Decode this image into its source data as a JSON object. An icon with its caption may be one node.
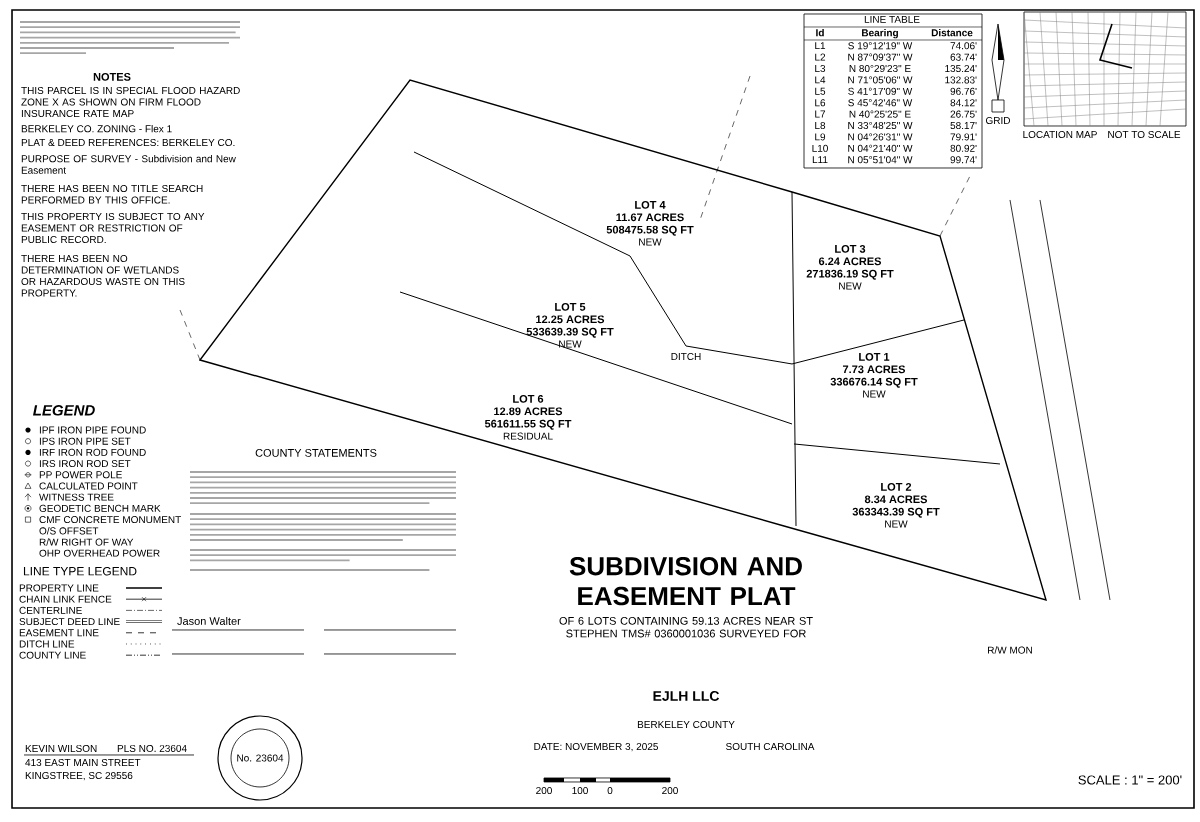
{
  "diagram": {
    "title": "SUBDIVISION AND EASEMENT PLAT",
    "labels": [
      "NOTES",
      "THIS PARCEL IS IN SPECIAL FLOOD HAZARD ZONE X AS SHOWN ON FIRM FLOOD INSURANCE RATE MAP",
      "BERKELEY CO. ZONING - Flex 1",
      "PLAT & DEED REFERENCES: BERKELEY CO.",
      "PURPOSE OF SURVEY - Subdivision and New Easement",
      "THERE HAS BEEN NO TITLE SEARCH PERFORMED BY THIS OFFICE.",
      "THIS PROPERTY IS SUBJECT TO ANY EASEMENT OR RESTRICTION OF PUBLIC RECORD.",
      "THERE HAS BEEN NO DETERMINATION OF WETLANDS OR HAZARDOUS WASTE ON THIS PROPERTY.",
      "LINE TABLE",
      "Id",
      "Bearing",
      "Distance",
      "L1",
      "S 19°12'19\" W",
      "74.06'",
      "L2",
      "N 87°09'37\" W",
      "63.74'",
      "L3",
      "N 80°29'23\" E",
      "135.24'",
      "L4",
      "N 71°05'06\" W",
      "132.83'",
      "L5",
      "S 41°17'09\" W",
      "96.76'",
      "L6",
      "S 45°42'46\" W",
      "84.12'",
      "L7",
      "N 40°25'25\" E",
      "26.75'",
      "L8",
      "N 33°48'25\" W",
      "58.17'",
      "L9",
      "N 04°26'31\" W",
      "79.91'",
      "L10",
      "N 04°21'40\" W",
      "80.92'",
      "L11",
      "N 05°51'04\" W",
      "99.74'",
      "GRID",
      "LOCATION MAP",
      "NOT TO SCALE",
      "LOT 4",
      "11.67 ACRES",
      "508475.58 SQ FT",
      "NEW",
      "LOT 3",
      "6.24 ACRES",
      "271836.19 SQ FT",
      "NEW",
      "LOT 5",
      "12.25 ACRES",
      "533639.39 SQ FT",
      "NEW",
      "LOT 1",
      "7.73 ACRES",
      "336676.14 SQ FT",
      "NEW",
      "LOT 6",
      "12.89 ACRES",
      "561611.55 SQ FT",
      "RESIDUAL",
      "LOT 2",
      "8.34 ACRES",
      "363343.39 SQ FT",
      "NEW",
      "DITCH",
      "LEGEND",
      "LINE TYPE LEGEND",
      "COUNTY STATEMENTS",
      "Jason Walter",
      "OF 6 LOTS CONTAINING 59.13 ACRES NEAR ST STEPHEN TMS# 0360001036 SURVEYED FOR",
      "EJLH LLC",
      "BERKELEY COUNTY",
      "DATE: NOVEMBER 3, 2025",
      "SOUTH CAROLINA",
      "No. 23604",
      "KEVIN WILSON",
      "PLS NO. 23604",
      "413 EAST MAIN STREET",
      "KINGSTREE, SC 29556",
      "200",
      "100",
      "0",
      "200",
      "SCALE : 1\" = 200'",
      "R/W MON"
    ],
    "legend": [
      {
        "text": "IPF IRON PIPE FOUND"
      },
      {
        "text": "IPS IRON PIPE SET"
      },
      {
        "text": "IRF IRON ROD FOUND"
      },
      {
        "text": "IRS IRON ROD SET"
      },
      {
        "text": "PP POWER POLE"
      },
      {
        "text": "CALCULATED POINT"
      },
      {
        "text": "WITNESS TREE"
      },
      {
        "text": "GEODETIC BENCH MARK"
      },
      {
        "text": "CMF CONCRETE MONUMENT"
      },
      {
        "text": "O/S OFFSET"
      },
      {
        "text": "R/W RIGHT OF WAY"
      },
      {
        "text": "OHP OVERHEAD POWER"
      },
      {
        "text": "PROPERTY LINE"
      },
      {
        "text": "CHAIN LINK FENCE"
      },
      {
        "text": "CENTERLINE"
      },
      {
        "text": "SUBJECT DEED LINE"
      },
      {
        "text": "EASEMENT LINE"
      },
      {
        "text": "DITCH LINE"
      },
      {
        "text": "COUNTY LINE"
      }
    ]
  }
}
